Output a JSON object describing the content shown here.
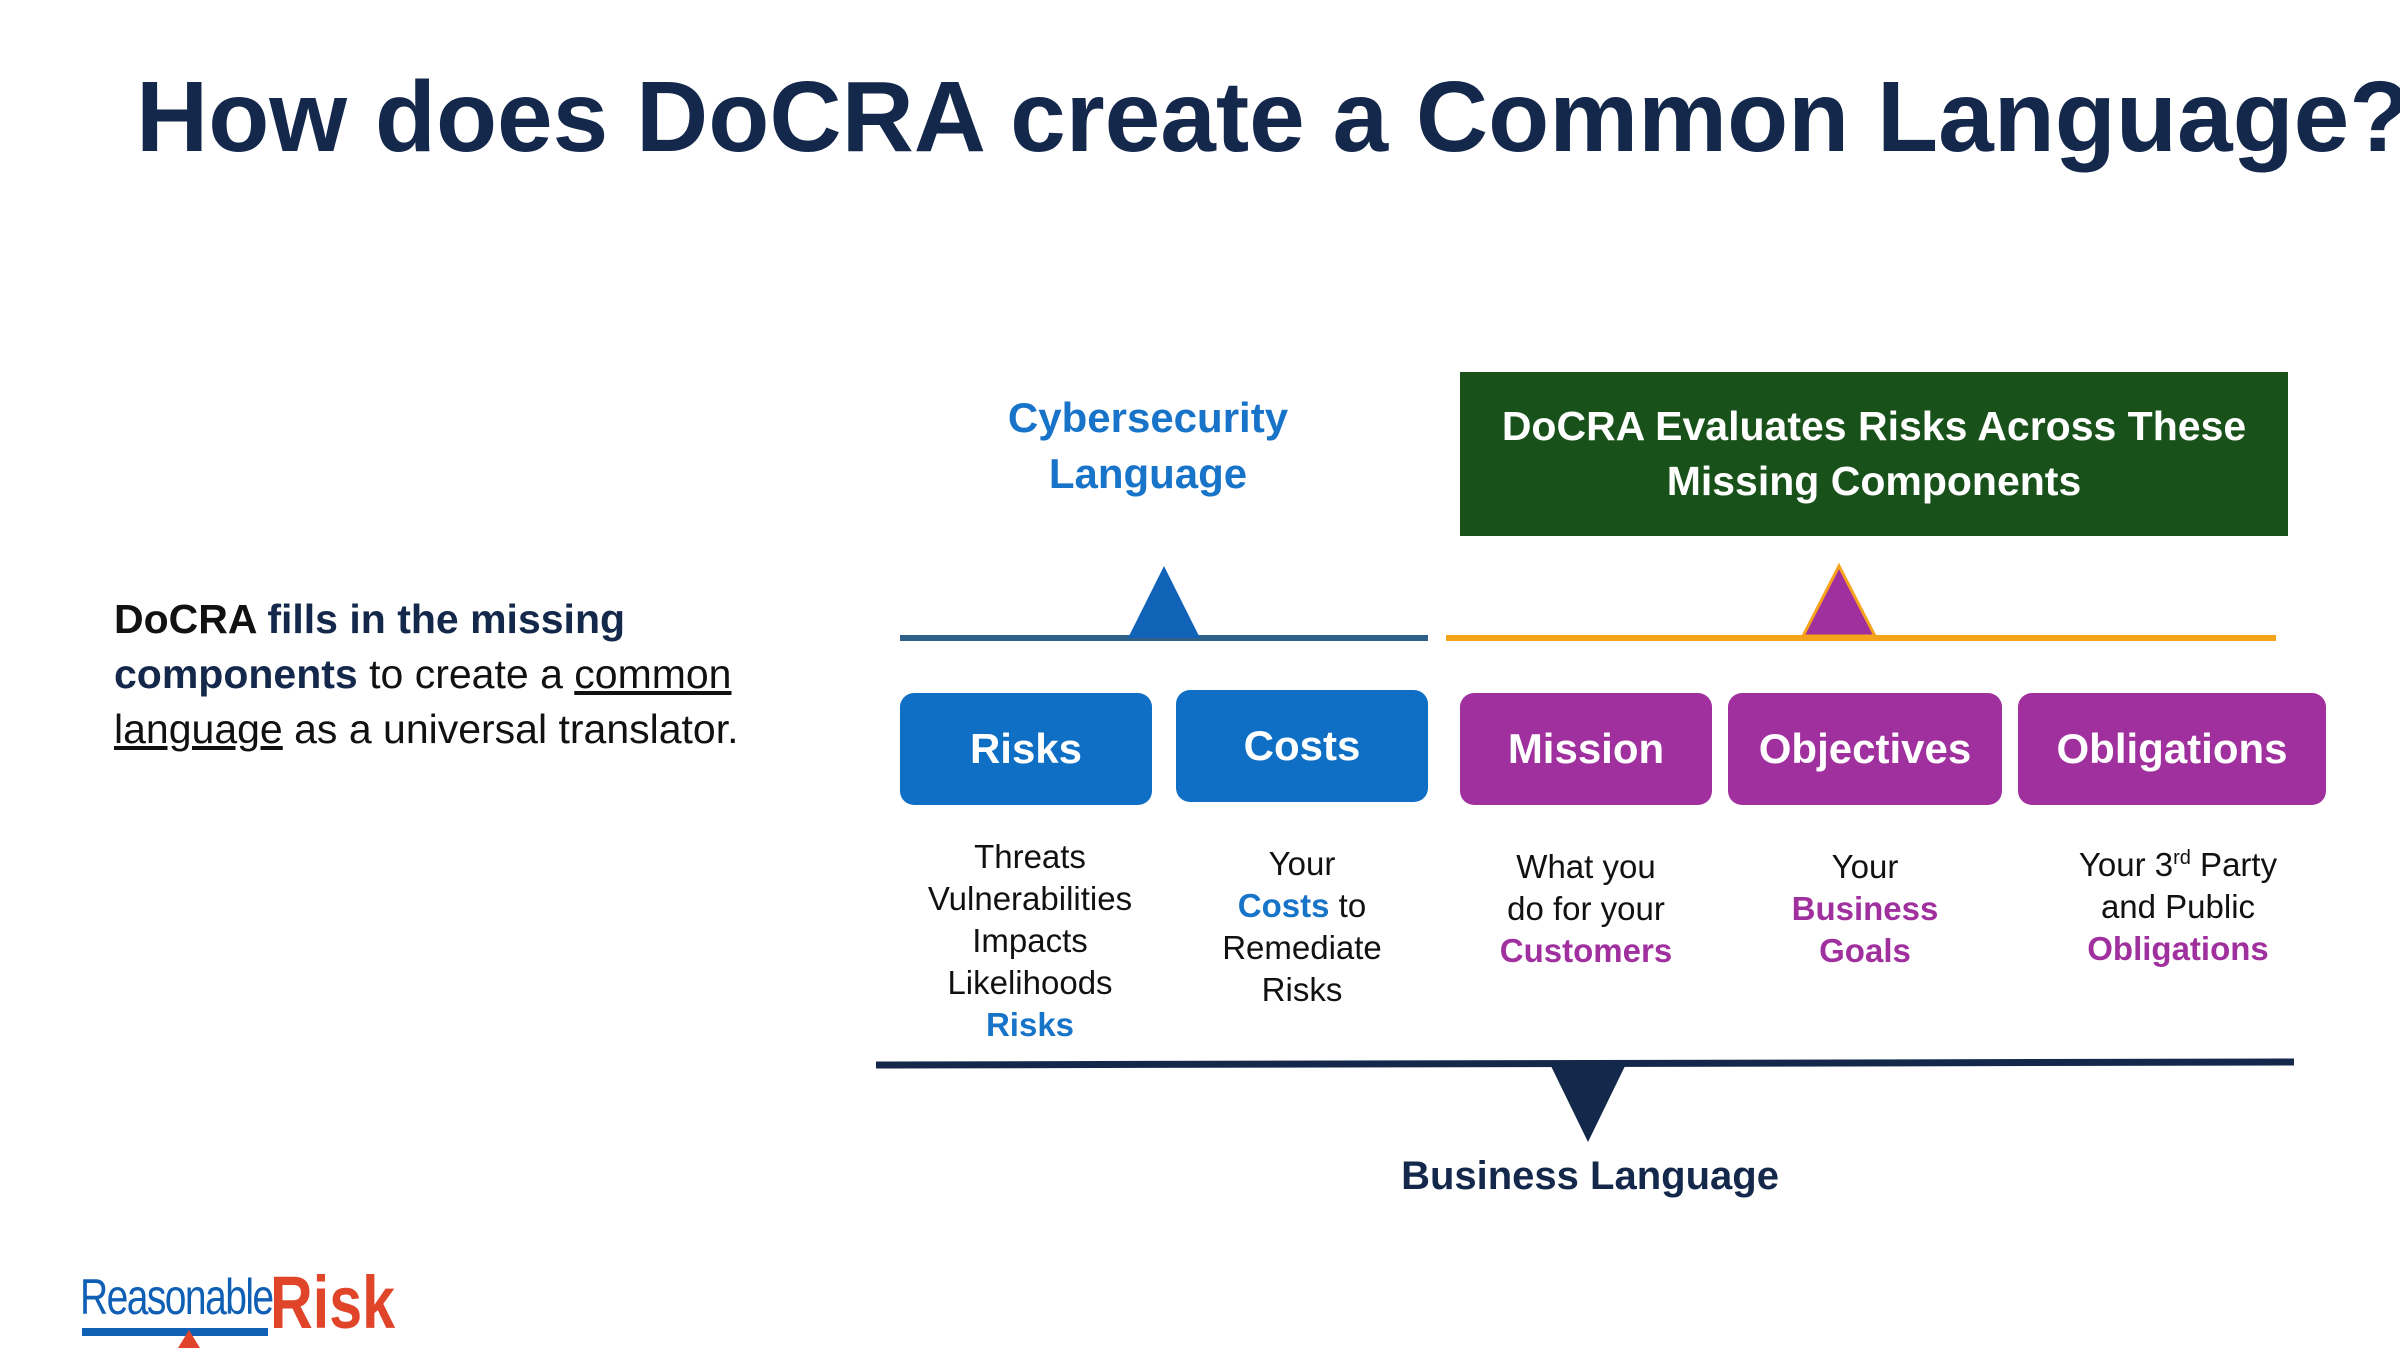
{
  "title": "How does DoCRA create a Common Language?",
  "intro": {
    "part1": "DoCRA",
    "part2": " fills in the missing components",
    "part3": " to create a ",
    "part4": "common language",
    "part5": " as a universal translator."
  },
  "cyber_heading": {
    "line1": "Cybersecurity",
    "line2": "Language"
  },
  "docra_box": {
    "line1": "DoCRA Evaluates Risks Across These",
    "line2": "Missing Components"
  },
  "pills": {
    "risks": "Risks",
    "costs": "Costs",
    "mission": "Mission",
    "objectives": "Objectives",
    "obligations": "Obligations"
  },
  "descriptions": {
    "risks": {
      "line1": "Threats",
      "line2": "Vulnerabilities",
      "line3": "Impacts",
      "line4": "Likelihoods",
      "highlight": "Risks"
    },
    "costs": {
      "line1": "Your",
      "highlight": "Costs",
      "line2_rest": " to",
      "line3": "Remediate",
      "line4": "Risks"
    },
    "mission": {
      "line1": "What you",
      "line2": "do for your",
      "highlight": "Customers"
    },
    "objectives": {
      "line1": "Your",
      "highlight1": "Business",
      "highlight2": "Goals"
    },
    "obligations": {
      "line1_pre": "Your 3",
      "line1_sup": "rd",
      "line1_post": " Party",
      "line2": "and Public",
      "highlight": "Obligations"
    }
  },
  "business_label": "Business Language",
  "logo": {
    "reasonable": "Reasonable",
    "risk": "Risk"
  },
  "colors": {
    "title_navy": "#14284b",
    "cyber_blue": "#1874c8",
    "pill_blue": "#0f6fc5",
    "pill_purple": "#a1309f",
    "docra_green": "#185119",
    "orange_line": "#f5a31a",
    "logo_blue": "#0f5fb5",
    "logo_red": "#e0452a"
  }
}
